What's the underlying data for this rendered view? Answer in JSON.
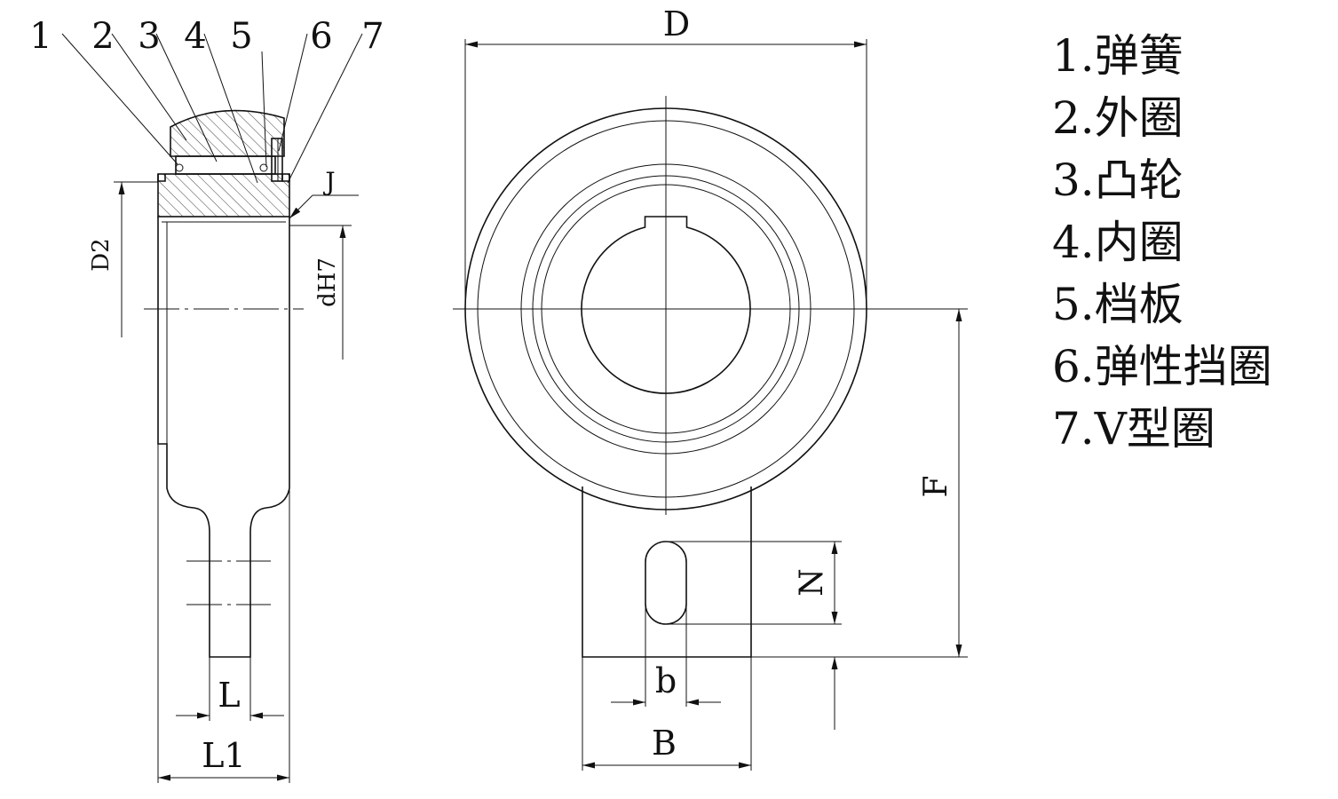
{
  "part_numbers": [
    "1",
    "2",
    "3",
    "4",
    "5",
    "6",
    "7"
  ],
  "dimensions": {
    "D": "D",
    "D2": "D2",
    "J": "J",
    "dH7": "dH7",
    "F": "F",
    "N": "N",
    "b": "b",
    "B": "B",
    "L": "L",
    "L1": "L1"
  },
  "legend": [
    "1.弹簧",
    "2.外圈",
    "3.凸轮",
    "4.内圈",
    "5.档板",
    "6.弹性挡圈",
    "7.V型圈"
  ]
}
